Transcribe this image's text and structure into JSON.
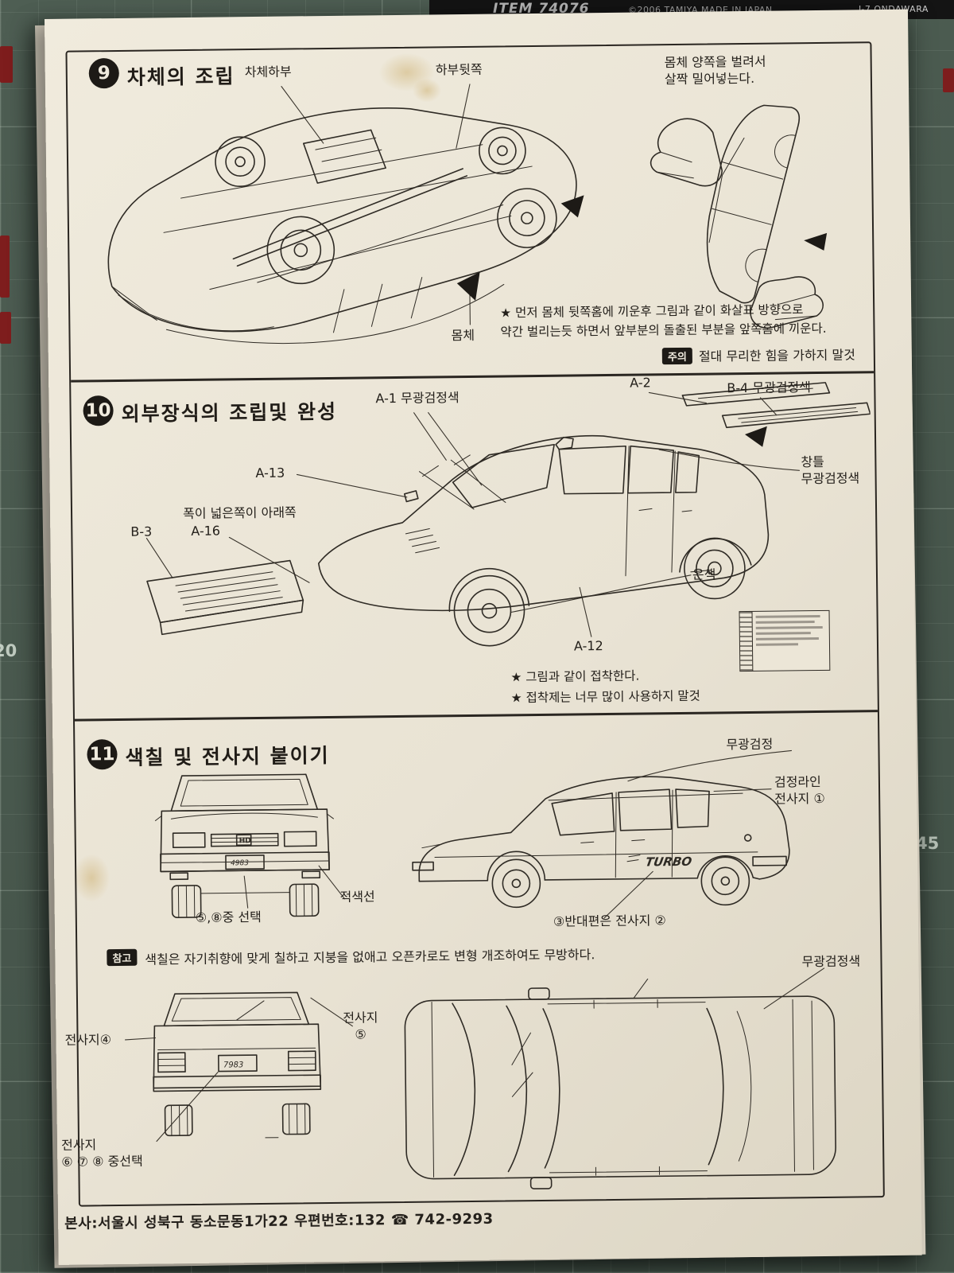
{
  "top_bar": {
    "item": "ITEM 74076",
    "copyright": "©2006 TAMIYA  MADE IN JAPAN",
    "corner_code": "J-7 ONDAWARA"
  },
  "mat": {
    "markings": [
      "45",
      "20"
    ]
  },
  "section9": {
    "number": "9",
    "title": "차체의 조립",
    "labels": {
      "chassis_bottom": "차체하부",
      "lower_rear": "하부뒷쪽",
      "body": "몸체",
      "spread_note": "몸체 양쪽을 벌려서\n살짝 밀어넣는다."
    },
    "instruction": "★ 먼저 몸체 뒷쪽홈에 끼운후 그림과 같이 화살표 방향으로\n약간 벌리는듯 하면서 앞부분의 돌출된 부분을 앞쪽홈에 끼운다.",
    "caution_tag": "주의",
    "caution": "절대 무리한 힘을 가하지 말것"
  },
  "section10": {
    "number": "10",
    "title": "외부장식의 조립및 완성",
    "labels": {
      "a1": "A-1 무광검정색",
      "a2": "A-2",
      "b4": "B-4 무광검정색",
      "window_frame": "창틀\n무광검정색",
      "a13": "A-13",
      "width_note": "폭이 넓은쪽이 아래쪽",
      "a16": "A-16",
      "b3": "B-3",
      "silver": "은색",
      "a12": "A-12"
    },
    "notes": [
      "★ 그림과 같이 접착한다.",
      "★ 접착제는 너무 많이 사용하지 말것"
    ]
  },
  "section11": {
    "number": "11",
    "title": "색칠 및 전사지 붙이기",
    "labels": {
      "matte_black": "무광검정",
      "black_line_decal": "검정라인\n전사지 ①",
      "select_5_8": "⑤,⑧중 선택",
      "red_line": "적색선",
      "opposite_decal": "③반대편은 전사지 ②",
      "decal_4": "전사지④",
      "decal_5": "전사지\n⑤",
      "decal_6_7_8": "전사지\n⑥ ⑦ ⑧ 중선택",
      "matte_black_color": "무광검정색"
    },
    "ref_tag": "참고",
    "ref_text": "색칠은 자기취향에 맞게 칠하고 지붕을 없애고 오픈카로도 변형 개조하여도 무방하다.",
    "drawing_texts": {
      "grille_logo": "HD",
      "front_plate": "4983",
      "turbo_decal": "TURBO",
      "rear_plate": "7983"
    }
  },
  "footer": {
    "address": "본사:서울시 성북구 동소문동1가22 우편번호:132  ☎ 742-9293"
  }
}
